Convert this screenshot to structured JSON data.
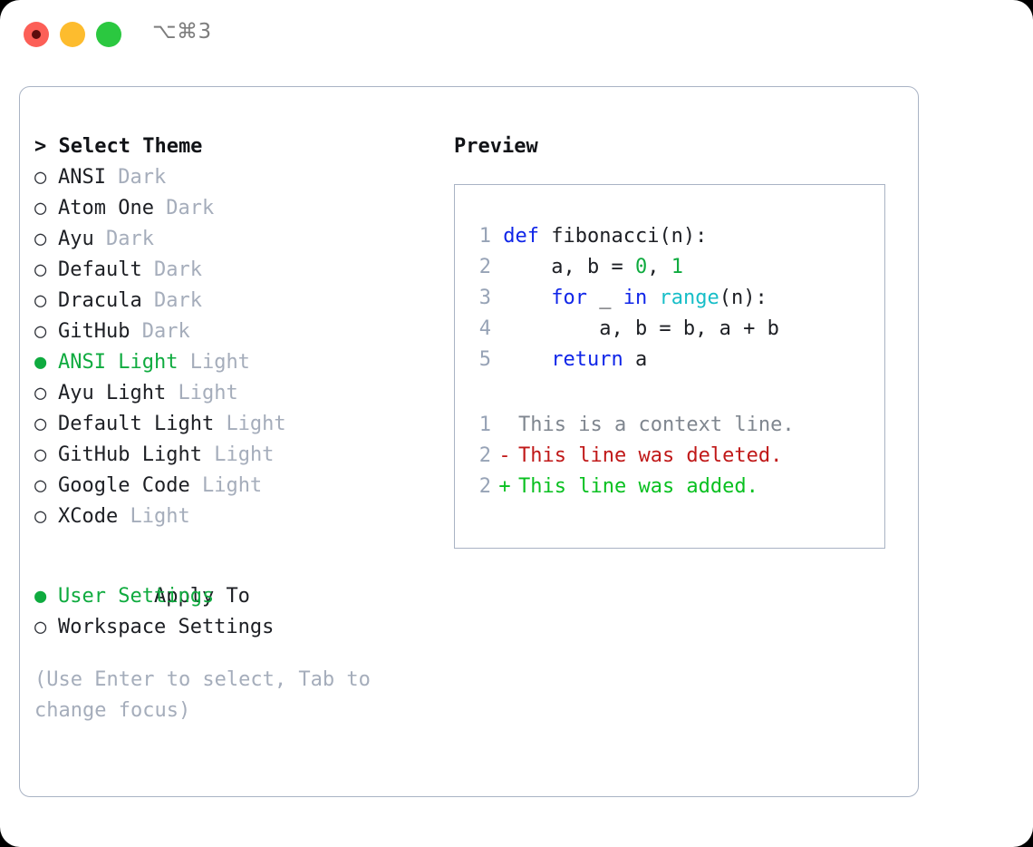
{
  "window": {
    "title": "⌥⌘3",
    "traffic_lights": [
      {
        "name": "close",
        "color": "#fc5f57"
      },
      {
        "name": "minimize",
        "color": "#fdbc2e"
      },
      {
        "name": "maximize",
        "color": "#2bc840"
      }
    ]
  },
  "theme_selector": {
    "heading": "> Select Theme",
    "bullet_selected": "●",
    "bullet_unselected": "○",
    "items": [
      {
        "name": "ANSI",
        "tag": "Dark",
        "selected": false
      },
      {
        "name": "Atom One",
        "tag": "Dark",
        "selected": false
      },
      {
        "name": "Ayu",
        "tag": "Dark",
        "selected": false
      },
      {
        "name": "Default",
        "tag": "Dark",
        "selected": false
      },
      {
        "name": "Dracula",
        "tag": "Dark",
        "selected": false
      },
      {
        "name": "GitHub",
        "tag": "Dark",
        "selected": false
      },
      {
        "name": "ANSI Light",
        "tag": "Light",
        "selected": true
      },
      {
        "name": "Ayu Light",
        "tag": "Light",
        "selected": false
      },
      {
        "name": "Default Light",
        "tag": "Light",
        "selected": false
      },
      {
        "name": "GitHub Light",
        "tag": "Light",
        "selected": false
      },
      {
        "name": "Google Code",
        "tag": "Light",
        "selected": false
      },
      {
        "name": "XCode",
        "tag": "Light",
        "selected": false
      }
    ]
  },
  "apply_to": {
    "heading": "Apply To",
    "options": [
      {
        "label": "User Settings",
        "selected": true
      },
      {
        "label": "Workspace Settings",
        "selected": false
      }
    ]
  },
  "hint": "(Use Enter to select, Tab to change focus)",
  "preview": {
    "title": "Preview",
    "code_lines": [
      {
        "no": "1",
        "tokens": [
          {
            "t": "def ",
            "c": "kw"
          },
          {
            "t": "fibonacci(n):",
            "c": "plain"
          }
        ]
      },
      {
        "no": "2",
        "tokens": [
          {
            "t": "    a, b = ",
            "c": "plain"
          },
          {
            "t": "0",
            "c": "num"
          },
          {
            "t": ", ",
            "c": "plain"
          },
          {
            "t": "1",
            "c": "num"
          }
        ]
      },
      {
        "no": "3",
        "tokens": [
          {
            "t": "    ",
            "c": "plain"
          },
          {
            "t": "for",
            "c": "kw"
          },
          {
            "t": " _ ",
            "c": "plain"
          },
          {
            "t": "in",
            "c": "kw"
          },
          {
            "t": " ",
            "c": "plain"
          },
          {
            "t": "range",
            "c": "fn"
          },
          {
            "t": "(n):",
            "c": "plain"
          }
        ]
      },
      {
        "no": "4",
        "tokens": [
          {
            "t": "        a, b = b, a + b",
            "c": "plain"
          }
        ]
      },
      {
        "no": "5",
        "tokens": [
          {
            "t": "    ",
            "c": "plain"
          },
          {
            "t": "return",
            "c": "kw"
          },
          {
            "t": " a",
            "c": "plain"
          }
        ]
      }
    ],
    "diff_lines": [
      {
        "no": "1",
        "marker": " ",
        "text": "This is a context line.",
        "kind": "ctx"
      },
      {
        "no": "2",
        "marker": "-",
        "text": "This line was deleted.",
        "kind": "del"
      },
      {
        "no": "2",
        "marker": "+",
        "text": "This line was added.",
        "kind": "add"
      }
    ]
  },
  "colors": {
    "accent_green": "#0fab3f",
    "keyword_blue": "#0f25e8",
    "function_cyan": "#17bec8",
    "number_green": "#0fab3f",
    "diff_delete_red": "#c01818",
    "diff_add_green": "#09c020",
    "muted_gray": "#a5adbb",
    "border": "#a9b3c4"
  }
}
